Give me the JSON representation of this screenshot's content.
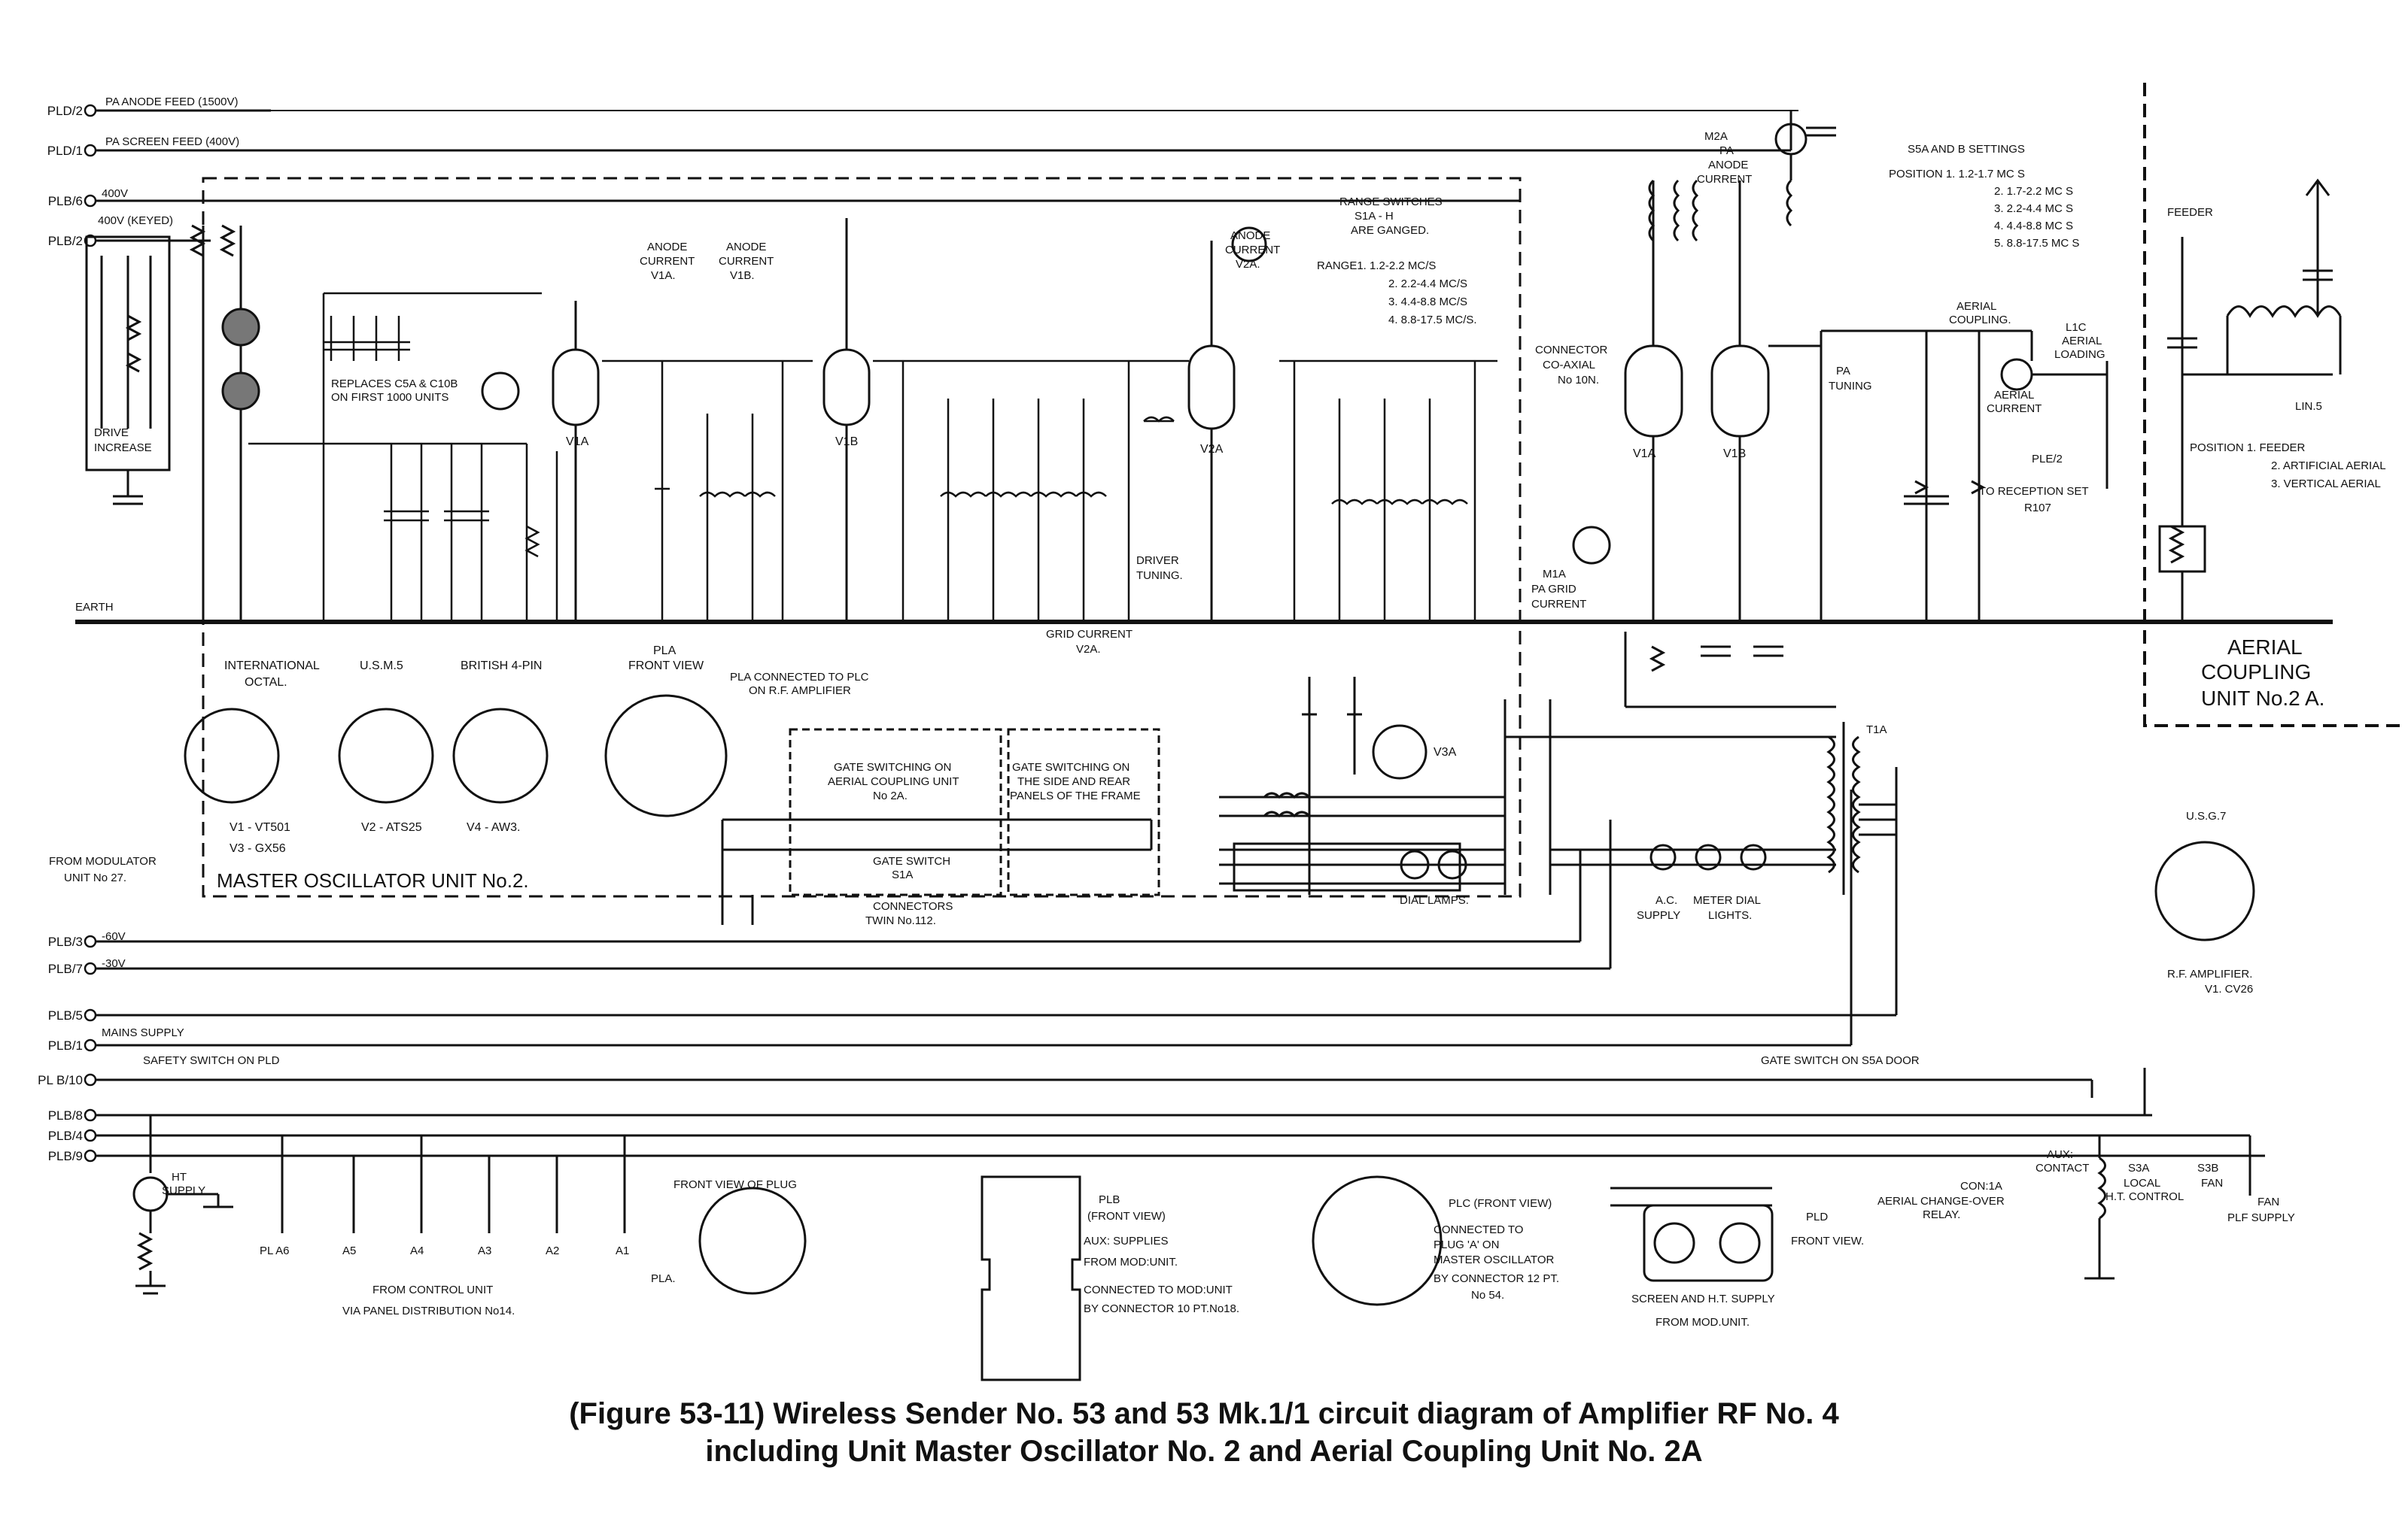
{
  "feeds": [
    {
      "id": "PLD/2",
      "label": "PA ANODE FEED (1500V)"
    },
    {
      "id": "PLD/1",
      "label": "PA SCREEN FEED (400V)"
    },
    {
      "id": "PLB/6",
      "label": "400V"
    },
    {
      "id": "PLB/2",
      "label": "400V (KEYED)"
    }
  ],
  "rails": {
    "earth": "EARTH",
    "mains": "MAINS SUPPLY",
    "minus60": "-60V",
    "minus30": "-30V"
  },
  "left_pins": [
    "PLD/2",
    "PLD/1",
    "PLB/6",
    "PLB/2",
    "PLB/3",
    "PLB/7",
    "PLB/5",
    "PLB/1",
    "PL B/10",
    "PLB/8",
    "PLB/4",
    "PLB/9"
  ],
  "units": {
    "master_osc": "MASTER OSCILLATOR UNIT No.2.",
    "aerial_coupling": [
      "AERIAL",
      "COUPLING",
      "UNIT No.2 A."
    ]
  },
  "valve_bases": [
    {
      "title": [
        "INTERNATIONAL",
        "OCTAL."
      ],
      "caption": [
        "V1 - VT501",
        "V3 - GX56"
      ]
    },
    {
      "title": [
        "U.S.M.5"
      ],
      "caption": [
        "V2 - ATS25"
      ]
    },
    {
      "title": [
        "BRITISH 4-PIN"
      ],
      "caption": [
        "V4 - AW3."
      ]
    },
    {
      "title": [
        "PLA",
        "FRONT VIEW"
      ],
      "caption": []
    }
  ],
  "pla_note": [
    "PLA CONNECTED TO PLC",
    "ON R.F. AMPLIFIER"
  ],
  "range_switches": [
    "RANGE SWITCHES",
    "S1A - H",
    "ARE GANGED."
  ],
  "ranges": [
    "RANGE1. 1.2-2.2 MC/S",
    "2. 2.2-4.4 MC/S",
    "3. 4.4-8.8 MC/S",
    "4. 8.8-17.5 MC/S."
  ],
  "s5_settings": {
    "title": "S5A AND B SETTINGS",
    "rows": [
      "POSITION 1. 1.2-1.7 MC S",
      "2. 1.7-2.2 MC S",
      "3. 2.2-4.4 MC S",
      "4. 4.4-8.8 MC S",
      "5. 8.8-17.5 MC S"
    ]
  },
  "aerial_positions": [
    "POSITION 1. FEEDER",
    "2. ARTIFICIAL AERIAL",
    "3. VERTICAL AERIAL"
  ],
  "valves": [
    "V1A",
    "V1B",
    "V2A",
    "V1A",
    "V1B",
    "V3A"
  ],
  "labels": {
    "drive": [
      "DRIVE",
      "INCREASE"
    ],
    "replaces": [
      "REPLACES C5A & C10B",
      "ON FIRST 1000 UNITS"
    ],
    "anode_v1a": [
      "ANODE",
      "CURRENT",
      "V1A."
    ],
    "anode_v1b": [
      "ANODE",
      "CURRENT",
      "V1B."
    ],
    "anode_v2a": [
      "ANODE",
      "CURRENT",
      "V2A."
    ],
    "driver": [
      "DRIVER",
      "TUNING."
    ],
    "grid_current": [
      "GRID CURRENT",
      "V2A."
    ],
    "connector": [
      "CONNECTOR",
      "CO-AXIAL",
      "No 10N."
    ],
    "m1a": [
      "M1A",
      "PA GRID",
      "CURRENT"
    ],
    "m2a": [
      "M2A",
      "PA",
      "ANODE",
      "CURRENT"
    ],
    "pa_tuning": [
      "PA",
      "TUNING"
    ],
    "aerial_current": [
      "AERIAL",
      "CURRENT"
    ],
    "aerial_coupling_lbl": [
      "AERIAL",
      "COUPLING."
    ],
    "loading": [
      "L1C",
      "AERIAL",
      "LOADING"
    ],
    "ple": [
      "PLE/2",
      "TO RECEPTION SET",
      "R107"
    ],
    "feeder": "FEEDER",
    "lin": "LIN.5",
    "from_modulator": [
      "FROM MODULATOR",
      "UNIT No 27."
    ],
    "gate_switching_1": [
      "GATE SWITCHING ON",
      "AERIAL COUPLING UNIT",
      "No 2A."
    ],
    "gate_switching_2": [
      "GATE SWITCHING ON",
      "THE SIDE AND REAR",
      "PANELS OF THE FRAME"
    ],
    "gate_switch": [
      "GATE SWITCH",
      "S1A"
    ],
    "connectors": [
      "CONNECTORS",
      "TWIN No.112."
    ],
    "dial_lamps": "DIAL LAMPS.",
    "ac_supply": [
      "A.C.",
      "SUPPLY"
    ],
    "meter_dial": [
      "METER DIAL",
      "LIGHTS."
    ],
    "safety": "SAFETY SWITCH ON PLD",
    "gate_s5a": "GATE SWITCH ON S5A DOOR",
    "aux_contact": [
      "AUX:",
      "CONTACT"
    ],
    "local_control": [
      "S3A",
      "LOCAL",
      "H.T. CONTROL"
    ],
    "s3b_fan": [
      "S3B",
      "FAN"
    ],
    "changeover": [
      "CON:1A",
      "AERIAL CHANGE-OVER",
      "RELAY."
    ],
    "plf": [
      "FAN",
      "PLF SUPPLY"
    ],
    "ht_supply": [
      "HT",
      "SUPPLY"
    ],
    "from_control": [
      "FROM CONTROL UNIT",
      "VIA PANEL DISTRIBUTION No14."
    ],
    "usg7": "U.S.G.7",
    "rf_amp": [
      "R.F. AMPLIFIER.",
      "V1. CV26"
    ],
    "t1a": "T1A"
  },
  "control_pins": [
    "PL A6",
    "A5",
    "A4",
    "A3",
    "A2",
    "A1"
  ],
  "plug_views": {
    "pla": {
      "title": "FRONT VIEW OF PLUG",
      "name": "PLA."
    },
    "plb": {
      "title": "PLB",
      "sub": "(FRONT VIEW)",
      "notes": [
        "AUX: SUPPLIES",
        "FROM MOD:UNIT.",
        "CONNECTED TO MOD:UNIT",
        "BY CONNECTOR 10 PT.No18."
      ]
    },
    "plc": {
      "title": "PLC (FRONT VIEW)",
      "notes": [
        "CONNECTED TO",
        "PLUG 'A' ON",
        "MASTER OSCILLATOR",
        "BY CONNECTOR 12 PT.",
        "No 54."
      ]
    },
    "pld": {
      "title": "PLD",
      "sub": "FRONT VIEW.",
      "notes": [
        "SCREEN AND H.T. SUPPLY",
        "FROM MOD.UNIT."
      ]
    }
  },
  "caption": [
    "(Figure 53-11) Wireless Sender No. 53 and 53 Mk.1/1 circuit diagram of Amplifier RF No. 4",
    "including Unit Master Oscillator No. 2 and Aerial Coupling Unit No. 2A"
  ]
}
